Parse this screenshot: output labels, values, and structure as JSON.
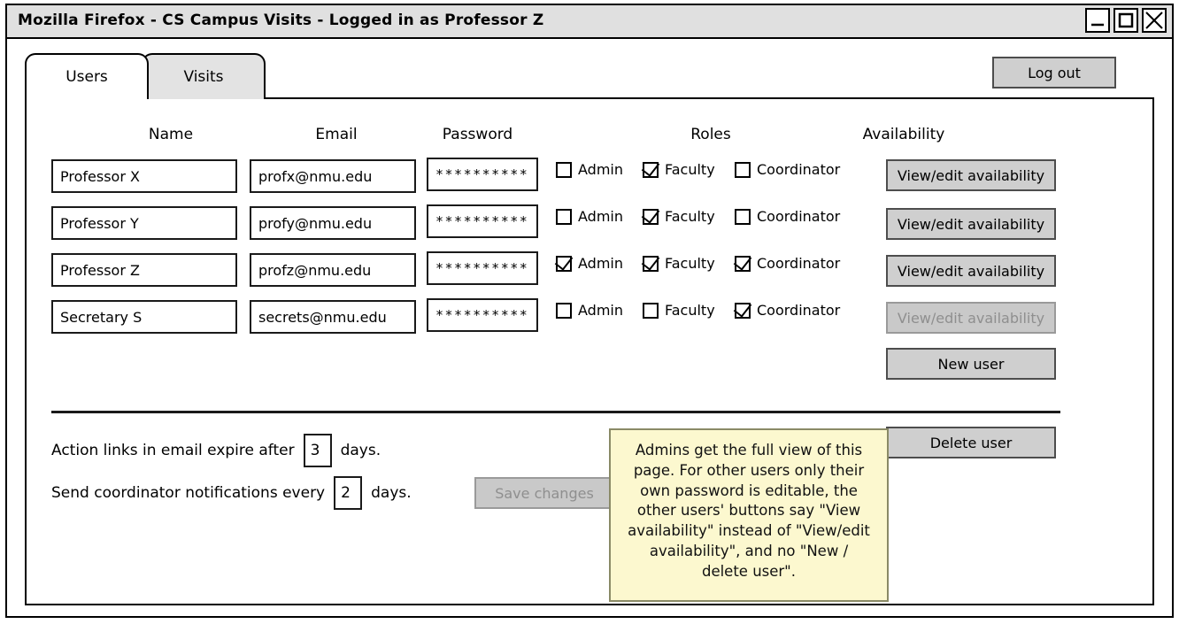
{
  "window": {
    "title": "Mozilla Firefox - CS Campus Visits - Logged in as Professor Z",
    "controls": {
      "minimize": "minimize-icon",
      "maximize": "maximize-icon",
      "close": "close-icon"
    }
  },
  "tabs": [
    {
      "label": "Users",
      "active": true
    },
    {
      "label": "Visits",
      "active": false
    }
  ],
  "toolbar": {
    "logout_label": "Log out"
  },
  "table": {
    "headers": [
      "Name",
      "Email",
      "Password",
      "Roles",
      "Availability"
    ],
    "role_names": [
      "Admin",
      "Faculty",
      "Coordinator"
    ],
    "rows": [
      {
        "name": "Professor X",
        "email": "profx@nmu.edu",
        "password": "**********",
        "roles": {
          "admin": false,
          "faculty": true,
          "coordinator": false
        },
        "availability_label": "View/edit availability",
        "availability_disabled": false
      },
      {
        "name": "Professor Y",
        "email": "profy@nmu.edu",
        "password": "**********",
        "roles": {
          "admin": false,
          "faculty": true,
          "coordinator": false
        },
        "availability_label": "View/edit availability",
        "availability_disabled": false
      },
      {
        "name": "Professor Z",
        "email": "profz@nmu.edu",
        "password": "**********",
        "roles": {
          "admin": true,
          "faculty": true,
          "coordinator": true
        },
        "availability_label": "View/edit availability",
        "availability_disabled": false
      },
      {
        "name": "Secretary S",
        "email": "secrets@nmu.edu",
        "password": "**********",
        "roles": {
          "admin": false,
          "faculty": false,
          "coordinator": true
        },
        "availability_label": "View/edit availability",
        "availability_disabled": true
      }
    ],
    "new_user_label": "New user",
    "delete_user_label": "Delete user"
  },
  "settings": {
    "expire_prefix": "Action links in email expire after",
    "expire_value": "3",
    "expire_suffix": "days.",
    "notify_prefix": "Send coordinator notifications every",
    "notify_value": "2",
    "notify_suffix": "days.",
    "save_label": "Save changes",
    "save_disabled": true
  },
  "sticky_note": {
    "text": "Admins get the full view of this page. For other users only their own password is editable, the other users' buttons say \"View availability\" instead of \"View/edit availability\", and no \"New / delete user\"."
  },
  "colors": {
    "window_bg": "#ffffff",
    "titlebar_bg": "#e0e0e0",
    "button_bg": "#cfcfcf",
    "tab_inactive_bg": "#e3e3e3",
    "sticky_bg": "#fcf8cf",
    "border": "#000000",
    "disabled_text": "#8f8f8f"
  }
}
